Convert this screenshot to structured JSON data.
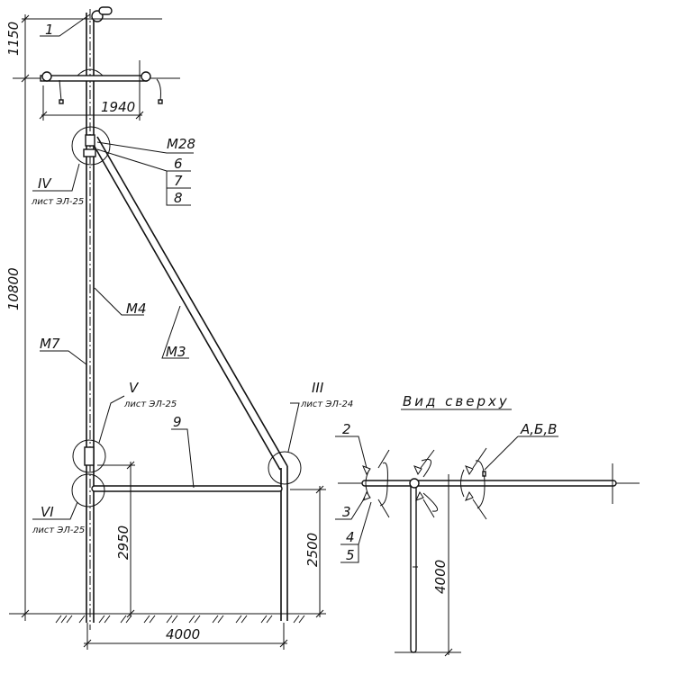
{
  "drawing": {
    "labels": {
      "l1": "1",
      "m28": "М28",
      "l6": "6",
      "l7": "7",
      "l8": "8",
      "iv": "IV",
      "iv_sheet": "лист ЭЛ-25",
      "m4": "М4",
      "m3": "М3",
      "m7": "М7",
      "v": "V",
      "v_sheet": "лист ЭЛ-25",
      "iii": "III",
      "iii_sheet": "лист ЭЛ-24",
      "l9": "9",
      "vi": "VI",
      "vi_sheet": "лист ЭЛ-25"
    },
    "dimensions": {
      "d1150": "1150",
      "d1940": "1940",
      "d10800": "10800",
      "d2950": "2950",
      "d2500": "2500",
      "d4000": "4000"
    },
    "top_view": {
      "title": "Вид сверху",
      "l2": "2",
      "l3": "3",
      "l4": "4",
      "l5": "5",
      "abv": "А,Б,В",
      "d4000": "4000"
    }
  }
}
